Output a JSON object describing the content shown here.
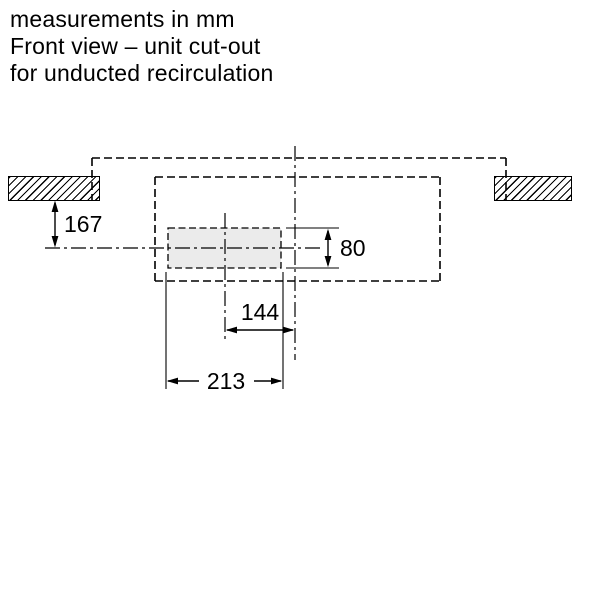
{
  "title": {
    "line1": "measurements in mm",
    "line2": "Front view – unit cut-out",
    "line3": "for unducted recirculation"
  },
  "diagram": {
    "type": "technical-dimension-drawing",
    "units": "mm",
    "dimensions": {
      "worktop_to_outlet_center": "167",
      "outlet_height": "80",
      "outlet_center_offset": "144",
      "outlet_width": "213"
    },
    "colors": {
      "line": "#000000",
      "outlet_box_fill": "#ebebeb",
      "background": "#ffffff"
    }
  }
}
